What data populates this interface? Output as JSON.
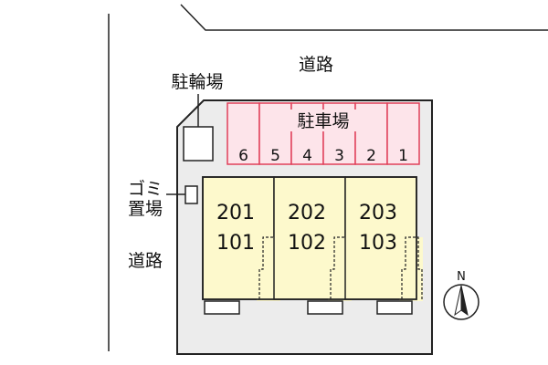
{
  "labels": {
    "road_top": "道路",
    "road_left": "道路",
    "bike_parking": "駐輪場",
    "parking": "駐車場",
    "garbage_line1": "ゴミ",
    "garbage_line2": "置場",
    "north": "N"
  },
  "parking_spaces": [
    "6",
    "5",
    "4",
    "3",
    "2",
    "1"
  ],
  "units": [
    {
      "upper": "201",
      "lower": "101"
    },
    {
      "upper": "202",
      "lower": "102"
    },
    {
      "upper": "203",
      "lower": "103"
    }
  ],
  "colors": {
    "parking_fill": "#fde4ea",
    "parking_stroke": "#e0405a",
    "building_fill": "#fdf9cc",
    "lot_fill": "#ececec",
    "line": "#222222"
  }
}
